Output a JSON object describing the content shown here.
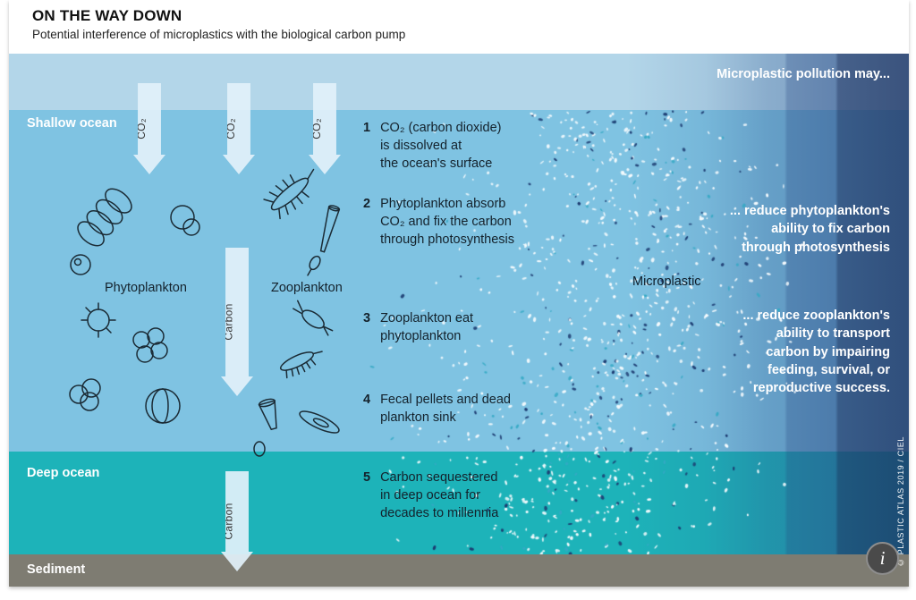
{
  "header": {
    "title": "ON THE WAY DOWN",
    "subtitle": "Potential interference of microplastics with the biological carbon pump"
  },
  "zones": {
    "shallow": "Shallow ocean",
    "deep": "Deep ocean",
    "sediment": "Sediment"
  },
  "arrows": {
    "co2": "CO₂",
    "carbon": "Carbon"
  },
  "organisms": {
    "phytoplankton": "Phytoplankton",
    "zooplankton": "Zooplankton",
    "microplastic": "Microplastic"
  },
  "steps": [
    {
      "num": "1",
      "text": "CO₂ (carbon dioxide)\nis dissolved at\nthe ocean's surface"
    },
    {
      "num": "2",
      "text": "Phytoplankton absorb\nCO₂ and fix the carbon\nthrough photosynthesis"
    },
    {
      "num": "3",
      "text": "Zooplankton eat\nphytoplankton"
    },
    {
      "num": "4",
      "text": "Fecal pellets and dead\nplankton sink"
    },
    {
      "num": "5",
      "text": "Carbon sequestered\nin deep ocean for\ndecades to millennia"
    }
  ],
  "impacts": {
    "heading": "Microplastic pollution may...",
    "phytoplankton_note": "... reduce phytoplankton's\nability to fix carbon\nthrough photosynthesis",
    "zooplankton_note": "... reduce zooplankton's\nability to transport\ncarbon by impairing\nfeeding, survival, or\nreproductive success."
  },
  "credit": "© PLASTIC ATLAS 2019 / CIEL",
  "info_button": "i",
  "colors": {
    "sky": "#b3d6e9",
    "shallow_ocean": "#7fc3e2",
    "deep_ocean": "#1db3b9",
    "sediment": "#7e7c72",
    "gradient_dark": "#2b4d8a",
    "dot_white": "#f8fcfe",
    "dot_navy": "#1c3a70",
    "dot_teal": "#35a9c4"
  }
}
